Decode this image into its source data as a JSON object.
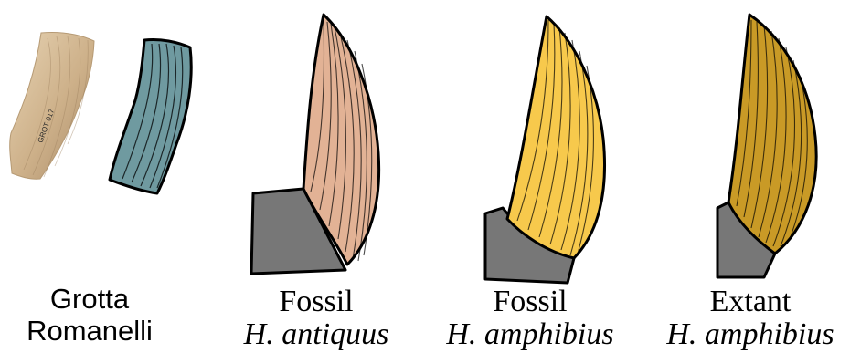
{
  "panels": [
    {
      "id": "grotta-romanelli",
      "title_lines": [
        "Grotta",
        "Romanelli"
      ],
      "species": "",
      "tusk_color": "#6f9aa0",
      "photo_colors": [
        "#e7d3b3",
        "#cdb089",
        "#a88a68"
      ],
      "specimen_label": "GROT-017"
    },
    {
      "id": "fossil-h-antiquus",
      "title_lines": [
        "Fossil"
      ],
      "species": "H. antiquus",
      "tusk_color": "#e2b295",
      "bone_color": "#777777"
    },
    {
      "id": "fossil-h-amphibius",
      "title_lines": [
        "Fossil"
      ],
      "species": "H. amphibius",
      "tusk_color": "#f7c94c",
      "bone_color": "#777777"
    },
    {
      "id": "extant-h-amphibius",
      "title_lines": [
        "Extant"
      ],
      "species": "H. amphibius",
      "tusk_color": "#c99a26",
      "bone_color": "#777777"
    }
  ]
}
